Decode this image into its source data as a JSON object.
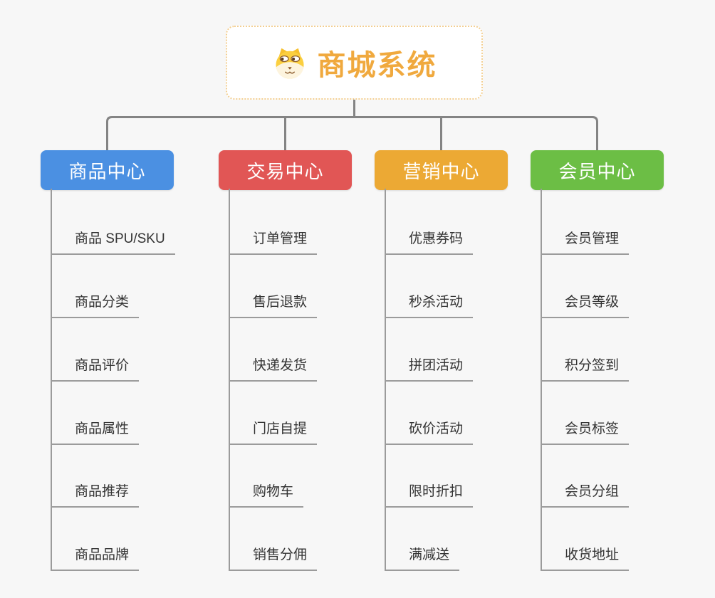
{
  "page": {
    "background_color": "#f7f7f7",
    "connector_color": "#848484",
    "leaf_line_color": "#9b9b9b",
    "leaf_text_color": "#333333"
  },
  "root": {
    "title": "商城系统",
    "icon": "dog-face-icon",
    "text_color": "#f0a93e",
    "border_color": "#f3cf92",
    "background_color": "#ffffff"
  },
  "branches": [
    {
      "label": "商品中心",
      "color": "#4b90e2",
      "items": [
        "商品 SPU/SKU",
        "商品分类",
        "商品评价",
        "商品属性",
        "商品推荐",
        "商品品牌"
      ]
    },
    {
      "label": "交易中心",
      "color": "#e15655",
      "items": [
        "订单管理",
        "售后退款",
        "快递发货",
        "门店自提",
        "购物车",
        "销售分佣"
      ]
    },
    {
      "label": "营销中心",
      "color": "#eca934",
      "items": [
        "优惠券码",
        "秒杀活动",
        "拼团活动",
        "砍价活动",
        "限时折扣",
        "满减送"
      ]
    },
    {
      "label": "会员中心",
      "color": "#6cbe45",
      "items": [
        "会员管理",
        "会员等级",
        "积分签到",
        "会员标签",
        "会员分组",
        "收货地址"
      ]
    }
  ]
}
